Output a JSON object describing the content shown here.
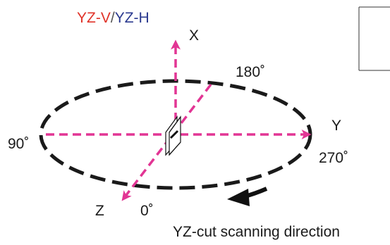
{
  "legend": {
    "yz_v": "YZ-V",
    "separator": "/",
    "yz_h": "YZ-H",
    "yz_v_color": "#e0342a",
    "yz_h_color": "#2b3a8f"
  },
  "axes": {
    "x": "X",
    "y": "Y",
    "z": "Z"
  },
  "angles": {
    "a0": "0˚",
    "a90": "90˚",
    "a180": "180˚",
    "a270": "270˚"
  },
  "caption": "YZ-cut scanning direction",
  "colors": {
    "axis": "#e23594",
    "orbit": "#1a1a1a",
    "frame": "#333333"
  }
}
